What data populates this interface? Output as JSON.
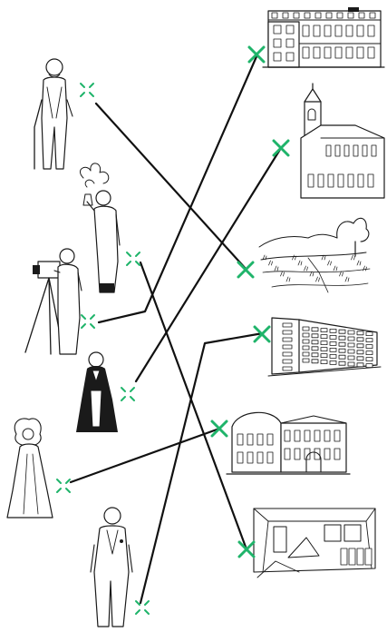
{
  "accent_color": "#1fb46a",
  "line_color": "#111111",
  "people": [
    {
      "id": "p1",
      "figure": "old-man-with-cane-illustration"
    },
    {
      "id": "p2",
      "figure": "chemist-with-smoking-flask-illustration"
    },
    {
      "id": "p3",
      "figure": "photographer-with-tripod-camera-illustration"
    },
    {
      "id": "p4",
      "figure": "woman-in-academic-gown-illustration"
    },
    {
      "id": "p5",
      "figure": "baroque-lady-in-gown-illustration"
    },
    {
      "id": "p6",
      "figure": "man-in-suit-with-flower-illustration"
    }
  ],
  "places": [
    {
      "id": "b1",
      "figure": "university-building-illustration"
    },
    {
      "id": "b2",
      "figure": "church-with-tower-illustration"
    },
    {
      "id": "b3",
      "figure": "rural-landscape-illustration"
    },
    {
      "id": "b4",
      "figure": "modern-office-block-illustration"
    },
    {
      "id": "b5",
      "figure": "baroque-palace-illustration"
    },
    {
      "id": "b6",
      "figure": "laboratory-interior-illustration"
    }
  ],
  "connections": [
    {
      "from": "p1",
      "to": "b3"
    },
    {
      "from": "p2",
      "to": "b6"
    },
    {
      "from": "p3",
      "to": "b1"
    },
    {
      "from": "p4",
      "to": "b2"
    },
    {
      "from": "p5",
      "to": "b5"
    },
    {
      "from": "p6",
      "to": "b4"
    }
  ]
}
